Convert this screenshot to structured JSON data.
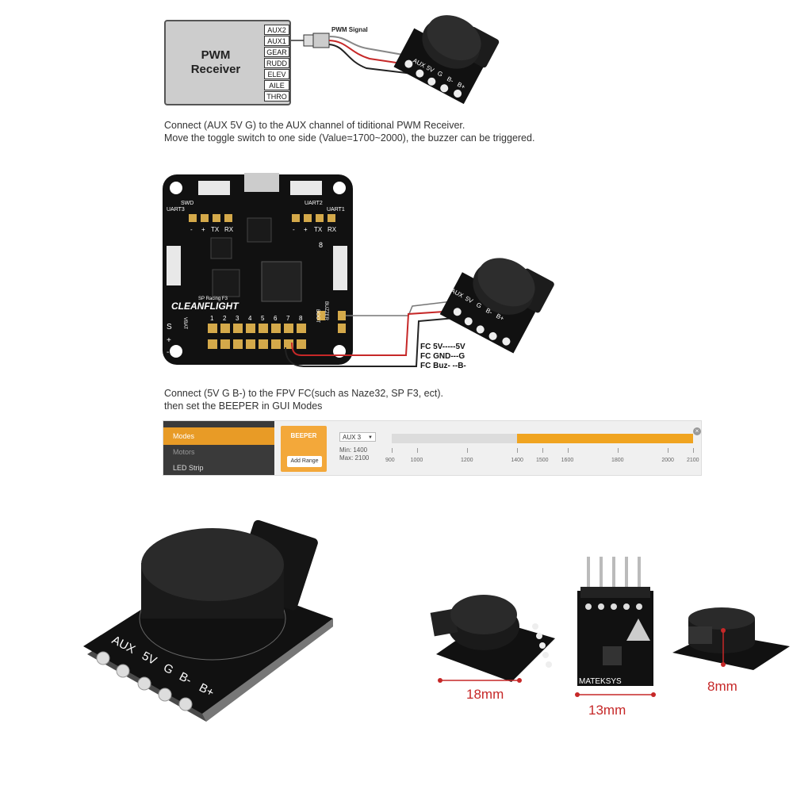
{
  "receiver": {
    "title_line1": "PWM",
    "title_line2": "Receiver",
    "channels": [
      "AUX2",
      "AUX1",
      "GEAR",
      "RUDD",
      "ELEV",
      "AILE",
      "THRO"
    ],
    "signal_label": "PWM Signal"
  },
  "caption1": {
    "line1": "Connect (AUX 5V G) to the AUX channel of tiditional PWM Receiver.",
    "line2": "Move the toggle switch to one side (Value=1700~2000),  the buzzer can be triggered."
  },
  "buzzer_pins": [
    "AUX",
    "5V",
    "G",
    "B-",
    "B+"
  ],
  "fc_board": {
    "uart3": "UART3",
    "uart2": "UART2",
    "uart1": "UART1",
    "swd": "SWD",
    "pads": [
      "-",
      "+",
      "TX",
      "RX"
    ],
    "pads_right": [
      "-",
      "+",
      "TX",
      "RX"
    ],
    "brand": "CLEANFLIGHT",
    "model": "SP Racing F3",
    "side_labels": [
      "S",
      "+",
      "-"
    ],
    "vbat": "VBAT",
    "numbers": [
      "1",
      "2",
      "3",
      "4",
      "5",
      "6",
      "7",
      "8"
    ],
    "boot": "BOOT",
    "buzzer": "BUZZER",
    "num8": "8"
  },
  "fc_wiring": {
    "line1": "FC 5V-----5V",
    "line2": "FC GND---G",
    "line3": "FC Buz-  --B-"
  },
  "caption2": {
    "line1": "Connect (5V G  B-) to the FPV FC(such as Naze32, SP F3, ect).",
    "line2": "then set the BEEPER in GUI Modes"
  },
  "mode_ui": {
    "menu": [
      "Modes",
      "Motors",
      "LED Strip"
    ],
    "beeper_label": "BEEPER",
    "add_range": "Add Range",
    "aux_select": "AUX 3",
    "min_label": "Min: 1400",
    "max_label": "Max: 2100",
    "ticks": [
      "900",
      "1000",
      "1200",
      "1400",
      "1500",
      "1600",
      "1800",
      "2000",
      "2100"
    ],
    "range": {
      "min": 1400,
      "max": 2100,
      "scale_min": 900,
      "scale_max": 2100
    }
  },
  "big_buzzer_pins": [
    "AUX",
    "5V",
    "G",
    "B-",
    "B+"
  ],
  "dims": {
    "length": "18mm",
    "width": "13mm",
    "height": "8mm"
  },
  "mateksys": "MATEKSYS",
  "colors": {
    "accent": "#e89b26",
    "dim_red": "#c62828",
    "pcb": "#111111"
  }
}
